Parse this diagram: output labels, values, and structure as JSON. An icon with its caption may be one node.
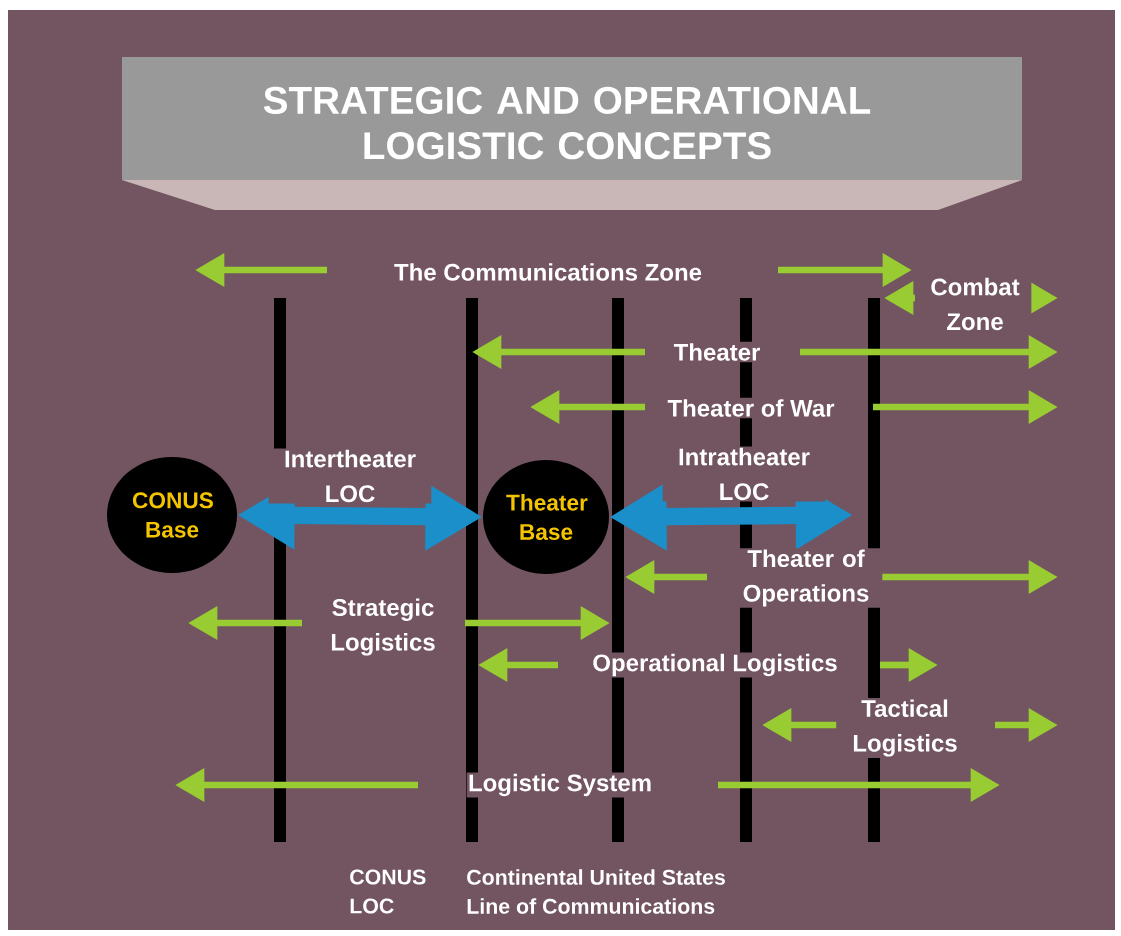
{
  "diagram": {
    "title": "STRATEGIC AND OPERATIONAL LOGISTIC CONCEPTS",
    "nodes": [
      {
        "text": [
          "CONUS Base"
        ]
      },
      {
        "text": [
          "Theater Base"
        ]
      }
    ],
    "edges": [
      {
        "from": 0,
        "to": 1,
        "arrow": "both",
        "label": "Intertheater LOC"
      },
      {
        "from": 1,
        "to": null,
        "arrow": "both",
        "label": "Intratheater LOC"
      }
    ],
    "labels": [
      "The Communications Zone",
      "Combat Zone",
      "Theater",
      "Theater of War",
      "Theater of Operations",
      "Strategic Logistics",
      "Operational Logistics",
      "Tactical Logistics",
      "Logistic System",
      "CONUS",
      "Continental United States",
      "LOC",
      "Line of Communications"
    ]
  }
}
